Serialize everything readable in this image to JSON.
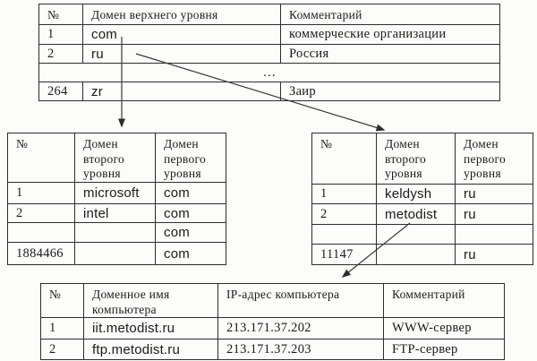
{
  "colors": {
    "paper": "#fcfcfa",
    "ink": "#1a1a1a",
    "table_border": "#2d2d2d",
    "arrow": "#333333"
  },
  "tables": {
    "tld": {
      "headers": [
        "№",
        "Домен верхнего уровня",
        "Комментарий"
      ],
      "rows": [
        [
          "1",
          "com",
          "коммерческие организации"
        ],
        [
          "2",
          "ru",
          "Россия"
        ],
        [
          "264",
          "zr",
          "Заир"
        ]
      ],
      "ellipsis": "…"
    },
    "com_domains": {
      "headers": [
        "№",
        "Домен второго уровня",
        "Домен первого уровня"
      ],
      "rows": [
        [
          "1",
          "microsoft",
          "com"
        ],
        [
          "2",
          "intel",
          "com"
        ],
        [
          "",
          "",
          "com"
        ],
        [
          "1884466",
          "",
          "com"
        ]
      ]
    },
    "ru_domains": {
      "headers": [
        "№",
        "Домен второго уровня",
        "Домен первого уровня"
      ],
      "rows": [
        [
          "1",
          "keldysh",
          "ru"
        ],
        [
          "2",
          "metodist",
          "ru"
        ],
        [
          "",
          "",
          ""
        ],
        [
          "11147",
          "",
          "ru"
        ]
      ]
    },
    "hosts": {
      "headers": [
        "№",
        "Доменное имя компьютера",
        "IP-адрес компьютера",
        "Комментарий"
      ],
      "rows": [
        [
          "1",
          "iit.metodist.ru",
          "213.171.37.202",
          "WWW-сервер"
        ],
        [
          "2",
          "ftp.metodist.ru",
          "213.171.37.203",
          "FTP-сервер"
        ]
      ]
    }
  }
}
